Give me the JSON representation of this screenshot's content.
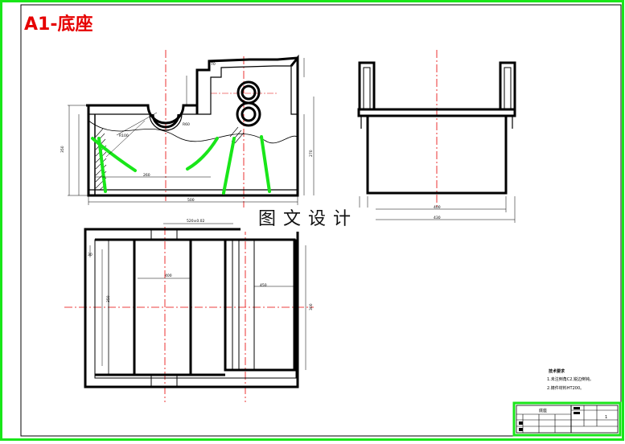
{
  "drawing": {
    "title": "A1-底座",
    "watermark": "图文设计"
  },
  "dimensions": {
    "front_width": "500",
    "front_height": "350",
    "front_inner": "260",
    "radius_small": "R100",
    "radius_large": "R60",
    "height_right": "270",
    "top_offset": "70",
    "side_width": "400",
    "side_total": "430",
    "top_span": "520±0.02",
    "top_mid": "400",
    "top_left": "350",
    "top_right": "450",
    "top_height": "300",
    "top_small": "30"
  },
  "notes": {
    "heading": "技术要求",
    "line1": "1.未注倒角C2,锐边倒钝。",
    "line2": "2.铸件材料HT200。"
  },
  "title_block": {
    "name": "底座",
    "qty": "1"
  }
}
